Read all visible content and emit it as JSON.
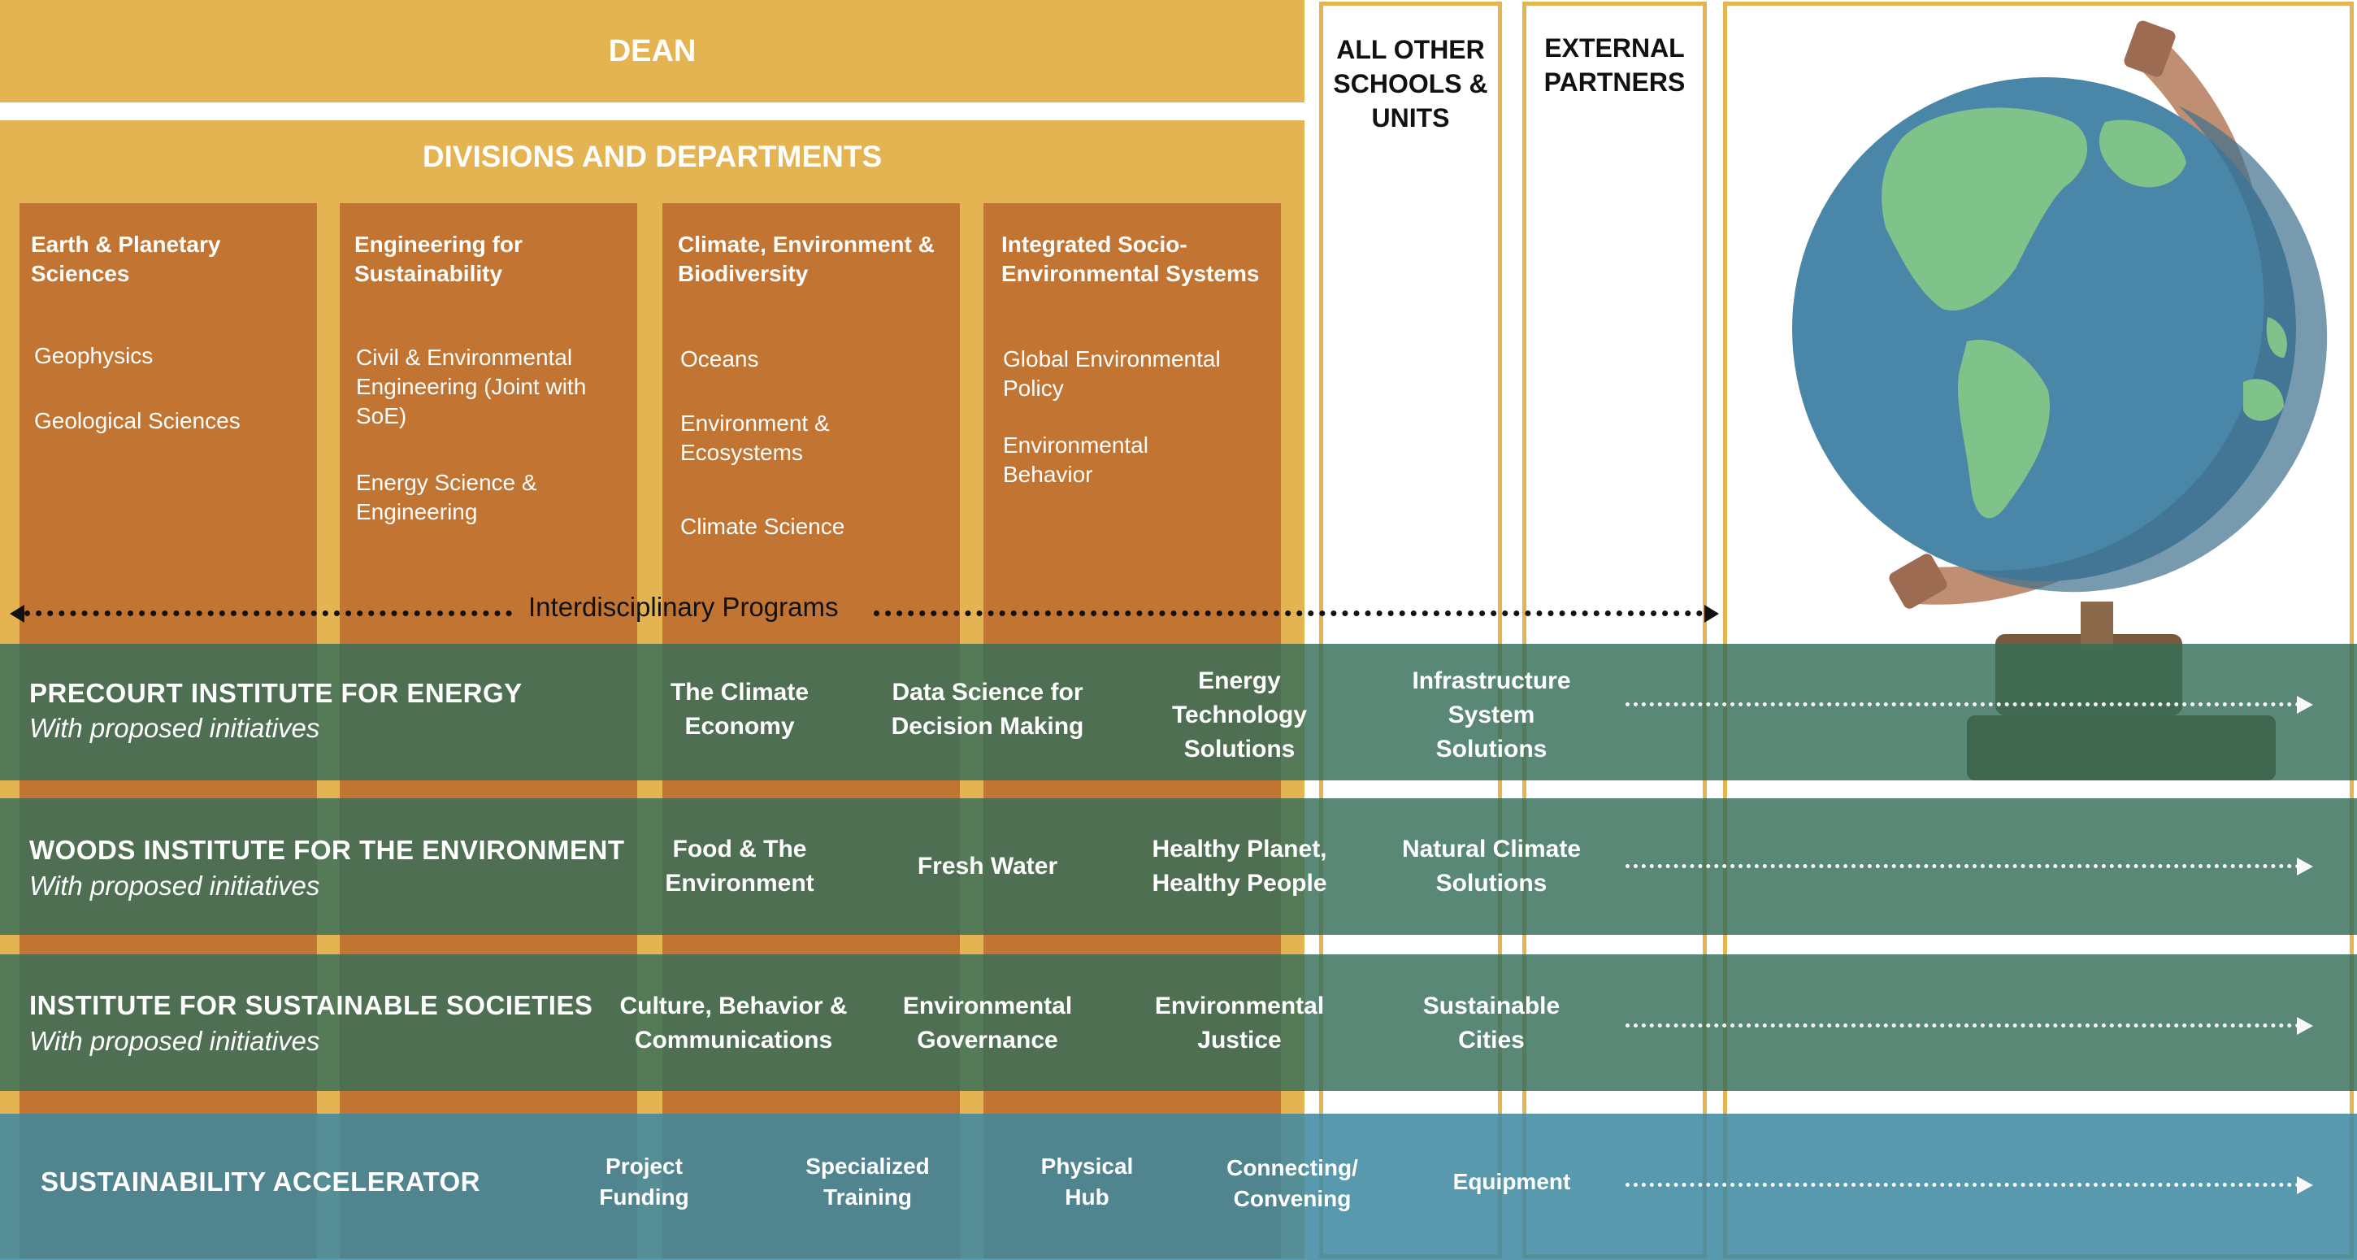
{
  "dean": "DEAN",
  "divisions_title": "DIVISIONS AND DEPARTMENTS",
  "divisions": [
    {
      "title": "Earth & Planetary Sciences",
      "items": [
        "Geophysics",
        "Geological Sciences"
      ]
    },
    {
      "title": "Engineering for Sustainability",
      "items": [
        "Civil & Environmental Engineering (Joint with SoE)",
        "Energy Science & Engineering"
      ]
    },
    {
      "title": "Climate, Environment & Biodiversity",
      "items": [
        "Oceans",
        "Environment & Ecosystems",
        "Climate Science"
      ]
    },
    {
      "title": "Integrated Socio-Environmental Systems",
      "items": [
        "Global Environmental Policy",
        "Environmental Behavior"
      ]
    }
  ],
  "other_schools": "ALL OTHER SCHOOLS & UNITS",
  "external_partners": "EXTERNAL PARTNERS",
  "interdisciplinary": "Interdisciplinary Programs",
  "institutes": [
    {
      "name": "PRECOURT INSTITUTE FOR ENERGY",
      "subtitle": "With proposed initiatives",
      "initiatives": [
        "The Climate Economy",
        "Data Science for Decision Making",
        "Energy Technology Solutions",
        "Infrastructure System Solutions"
      ]
    },
    {
      "name": "WOODS INSTITUTE FOR THE ENVIRONMENT",
      "subtitle": "With proposed initiatives",
      "initiatives": [
        "Food & The Environment",
        "Fresh Water",
        "Healthy Planet, Healthy People",
        "Natural Climate Solutions"
      ]
    },
    {
      "name": "INSTITUTE FOR SUSTAINABLE SOCIETIES",
      "subtitle": "With proposed initiatives",
      "initiatives": [
        "Culture, Behavior & Communications",
        "Environmental Governance",
        "Environmental Justice",
        "Sustainable Cities"
      ]
    }
  ],
  "accelerator": {
    "name": "SUSTAINABILITY ACCELERATOR",
    "items": [
      "Project Funding",
      "Specialized Training",
      "Physical Hub",
      "Connecting/ Convening",
      "Equipment"
    ]
  },
  "colors": {
    "gold": "#e4b352",
    "orange": "#c27432",
    "green": "#346e58",
    "blue": "#3c87a0"
  },
  "icons": [
    "globe-icon"
  ]
}
